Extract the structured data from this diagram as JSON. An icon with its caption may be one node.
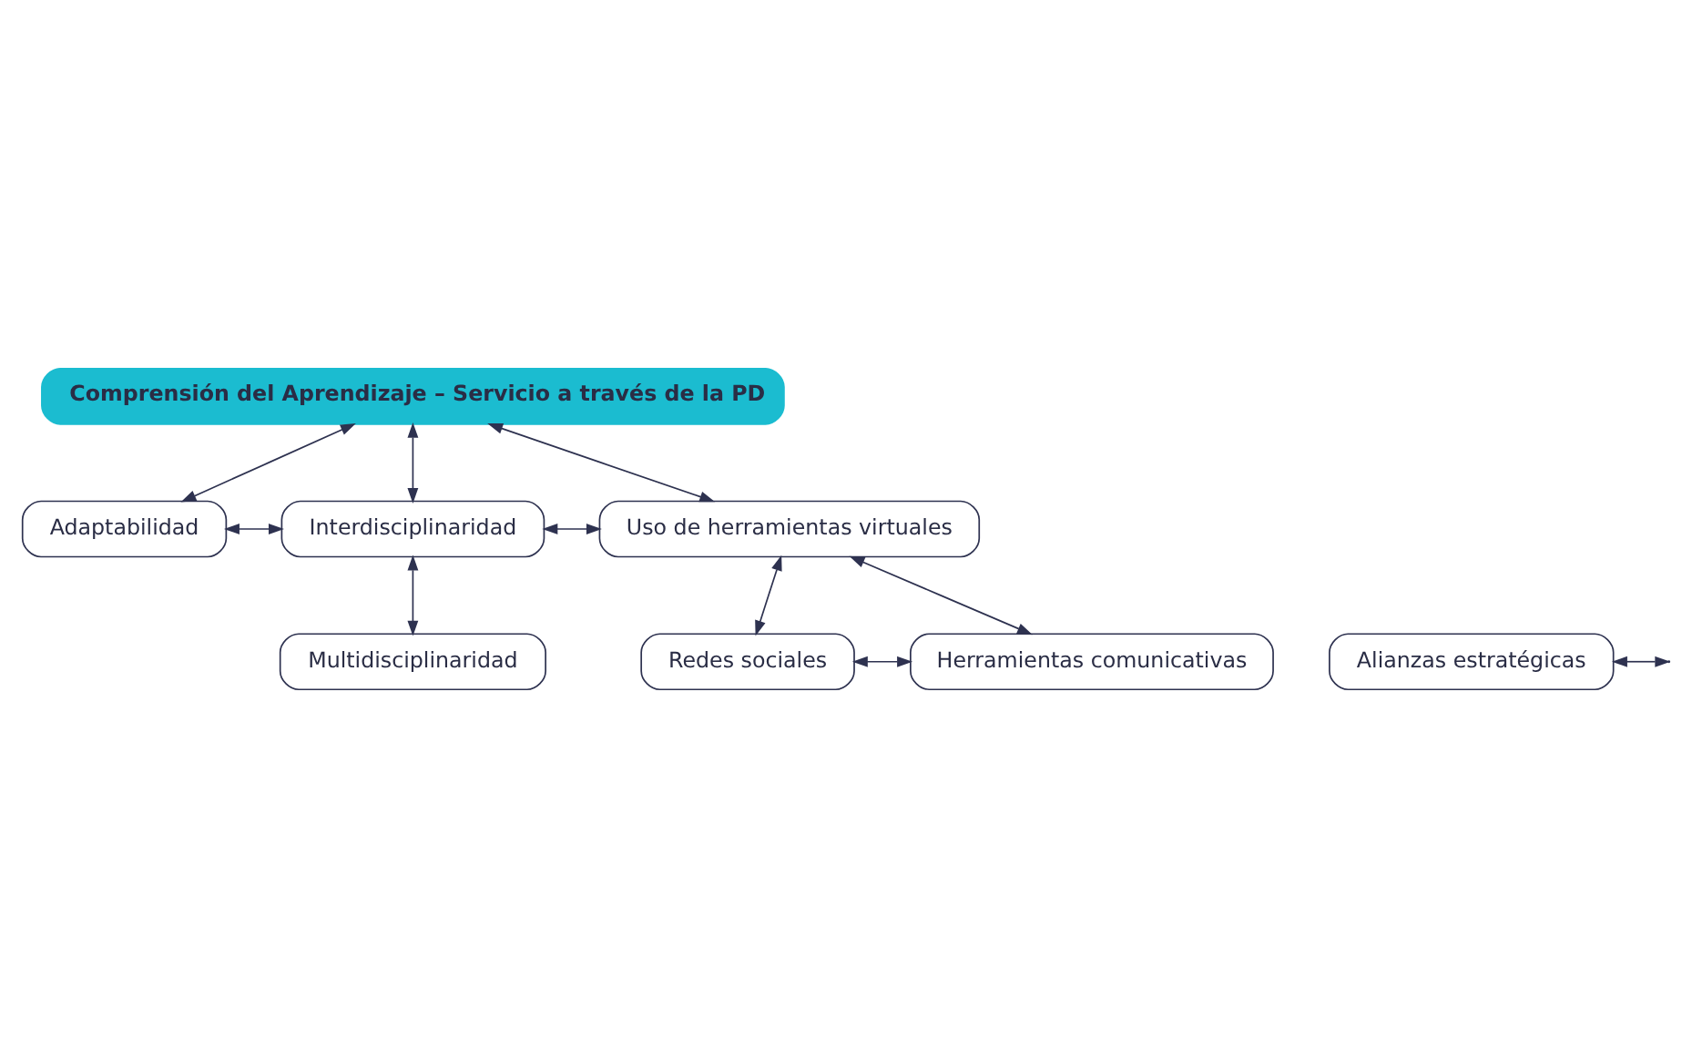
{
  "diagram": {
    "nodes": [
      {
        "text": [
          "Comprensión del Aprendizaje – Servicio a través de la PD"
        ]
      },
      {
        "text": [
          "Adaptabilidad"
        ]
      },
      {
        "text": [
          "Interdisciplinaridad"
        ]
      },
      {
        "text": [
          "Uso de herramientas virtuales"
        ]
      },
      {
        "text": [
          "Alianzas estratégicas"
        ]
      },
      {
        "text": [
          "Redes sociales"
        ]
      },
      {
        "text": [
          "Herramientas comunicativas"
        ]
      },
      {
        "text": [
          "Multidisciplinaridad"
        ]
      }
    ],
    "edges": [
      {
        "from": 0,
        "to": 1,
        "arrow": "both"
      },
      {
        "from": 0,
        "to": 2,
        "arrow": "both"
      },
      {
        "from": 0,
        "to": 3,
        "arrow": "both"
      },
      {
        "from": 1,
        "to": 2,
        "arrow": "both"
      },
      {
        "from": 2,
        "to": 3,
        "arrow": "both"
      },
      {
        "from": 3,
        "to": 5,
        "arrow": "both"
      },
      {
        "from": 3,
        "to": 6,
        "arrow": "both"
      },
      {
        "from": 5,
        "to": 6,
        "arrow": "both"
      },
      {
        "from": 2,
        "to": 7,
        "arrow": "both"
      },
      {
        "from": 4,
        "to": null,
        "arrow": "both"
      }
    ]
  }
}
